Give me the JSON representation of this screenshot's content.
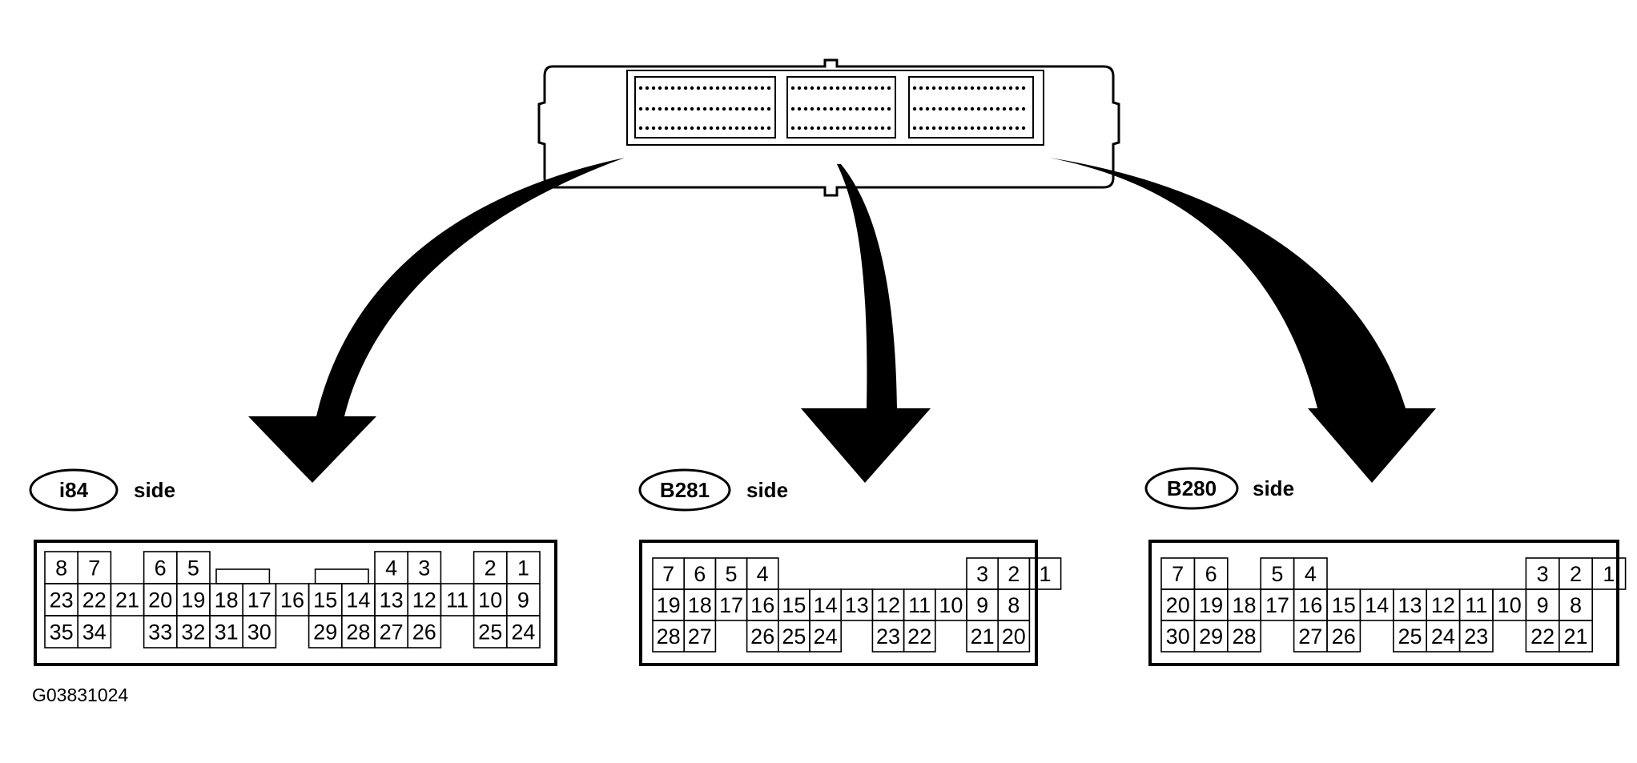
{
  "figure_code": "G03831024",
  "side_word": "side",
  "connectors": [
    {
      "label": "i84",
      "rows": [
        [
          "8",
          "7",
          "",
          "6",
          "5",
          "",
          "",
          "",
          "",
          "",
          "4",
          "3",
          "",
          "2",
          "1"
        ],
        [
          "23",
          "22",
          "21",
          "20",
          "19",
          "18",
          "17",
          "16",
          "15",
          "14",
          "13",
          "12",
          "11",
          "10",
          "9"
        ],
        [
          "35",
          "34",
          "",
          "33",
          "32",
          "31",
          "30",
          "",
          "29",
          "28",
          "27",
          "26",
          "",
          "25",
          "24"
        ]
      ],
      "keys_between": [
        [
          5,
          6
        ],
        [
          8,
          9
        ]
      ]
    },
    {
      "label": "B281",
      "rows": [
        [
          "7",
          "6",
          "5",
          "4",
          "",
          "",
          "",
          "",
          "",
          "",
          "3",
          "2",
          "1"
        ],
        [
          "19",
          "18",
          "17",
          "16",
          "15",
          "14",
          "13",
          "12",
          "11",
          "10",
          "9",
          "8"
        ],
        [
          "28",
          "27",
          "",
          "26",
          "25",
          "24",
          "",
          "23",
          "22",
          "",
          "21",
          "20"
        ]
      ]
    },
    {
      "label": "B280",
      "rows": [
        [
          "7",
          "6",
          "",
          "5",
          "4",
          "",
          "",
          "",
          "",
          "",
          "",
          "3",
          "2",
          "1"
        ],
        [
          "20",
          "19",
          "18",
          "17",
          "16",
          "15",
          "14",
          "13",
          "12",
          "11",
          "10",
          "9",
          "8"
        ],
        [
          "30",
          "29",
          "28",
          "",
          "27",
          "26",
          "",
          "25",
          "24",
          "23",
          "",
          "22",
          "21"
        ]
      ]
    }
  ]
}
